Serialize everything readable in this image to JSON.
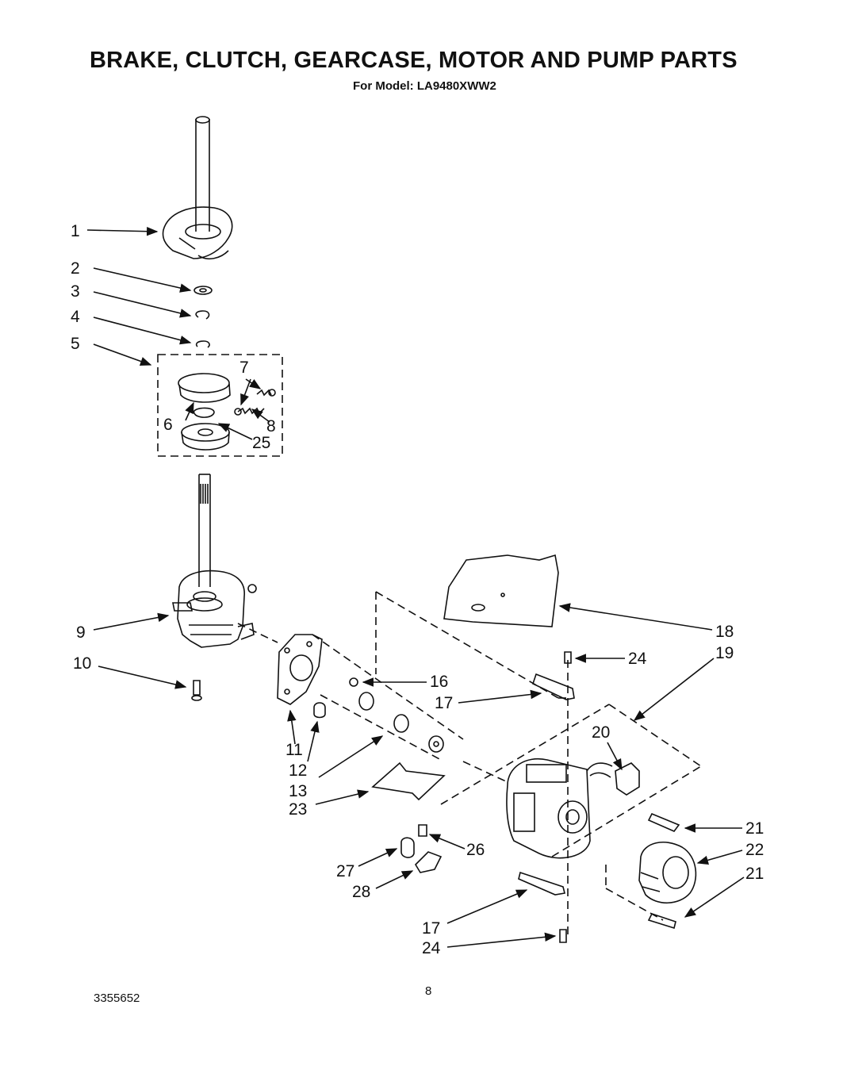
{
  "header": {
    "title": "BRAKE, CLUTCH, GEARCASE, MOTOR AND PUMP PARTS",
    "subtitle": "For Model: LA9480XWW2"
  },
  "footer": {
    "doc_number": "3355652",
    "page_number": "8"
  },
  "callouts": {
    "c1": "1",
    "c2": "2",
    "c3": "3",
    "c4": "4",
    "c5": "5",
    "c6": "6",
    "c7": "7",
    "c8": "8",
    "c25": "25",
    "c9": "9",
    "c10": "10",
    "c11": "11",
    "c12": "12",
    "c13": "13",
    "c16": "16",
    "c17a": "17",
    "c17b": "17",
    "c18": "18",
    "c19": "19",
    "c20": "20",
    "c21a": "21",
    "c21b": "21",
    "c22": "22",
    "c23": "23",
    "c24a": "24",
    "c24b": "24",
    "c26": "26",
    "c27": "27",
    "c28": "28"
  }
}
